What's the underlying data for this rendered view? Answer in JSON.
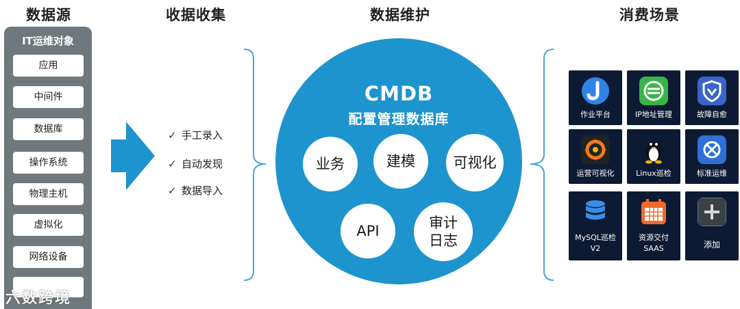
{
  "titles": {
    "source": "数据源",
    "collect": "收据收集",
    "maintain": "数据维护",
    "consume": "消费场景"
  },
  "source_panel": {
    "heading": "IT运维对象",
    "items": [
      "应用",
      "中间件",
      "数据库",
      "操作系统",
      "物理主机",
      "虚拟化",
      "网络设备"
    ]
  },
  "collect": {
    "check_glyph": "✓",
    "items": [
      "手工录入",
      "自动发现",
      "数据导入"
    ]
  },
  "cmdb": {
    "title": "CMDB",
    "subtitle": "配置管理数据库",
    "bubbles": [
      "业务",
      "建模",
      "可视化",
      "API",
      "审计\n日志"
    ]
  },
  "scenarios": [
    {
      "label": "作业平台",
      "icon": "j-letter-icon"
    },
    {
      "label": "IP地址管理",
      "icon": "ip-network-icon"
    },
    {
      "label": "故障自愈",
      "icon": "shield-icon"
    },
    {
      "label": "运营可视化",
      "icon": "grafana-icon"
    },
    {
      "label": "Linux巡检",
      "icon": "tux-penguin-icon"
    },
    {
      "label": "标准运维",
      "icon": "gear-x-icon"
    },
    {
      "label": "MySQL巡检\nV2",
      "icon": "database-icon"
    },
    {
      "label": "资源交付\nSAAS",
      "icon": "calendar-icon"
    },
    {
      "label": "添加",
      "icon": "plus-icon"
    }
  ],
  "watermark": "六数跨境"
}
